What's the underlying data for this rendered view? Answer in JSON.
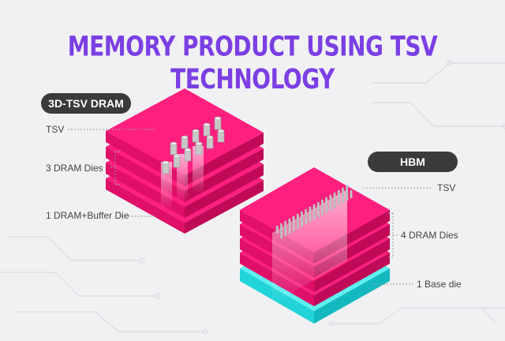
{
  "title": "MEMORY PRODUCT USING TSV TECHNOLOGY",
  "left": {
    "badge": "3D-TSV DRAM",
    "labels": {
      "tsv": "TSV",
      "dram_dies": "3 DRAM Dies",
      "buffer_die": "1 DRAM+Buffer Die"
    }
  },
  "right": {
    "badge": "HBM",
    "labels": {
      "tsv": "TSV",
      "dram_dies": "4 DRAM Dies",
      "base_die": "1 Base die"
    }
  },
  "colors": {
    "title": "#7b3fe4",
    "die_top": "#ff1f7e",
    "die_side": "#e00f68",
    "die_dark": "#c00a57",
    "base_top": "#5ff0f0",
    "base_side": "#22d4da",
    "badge": "#3b3b3b",
    "background": "#f1f1f3"
  }
}
